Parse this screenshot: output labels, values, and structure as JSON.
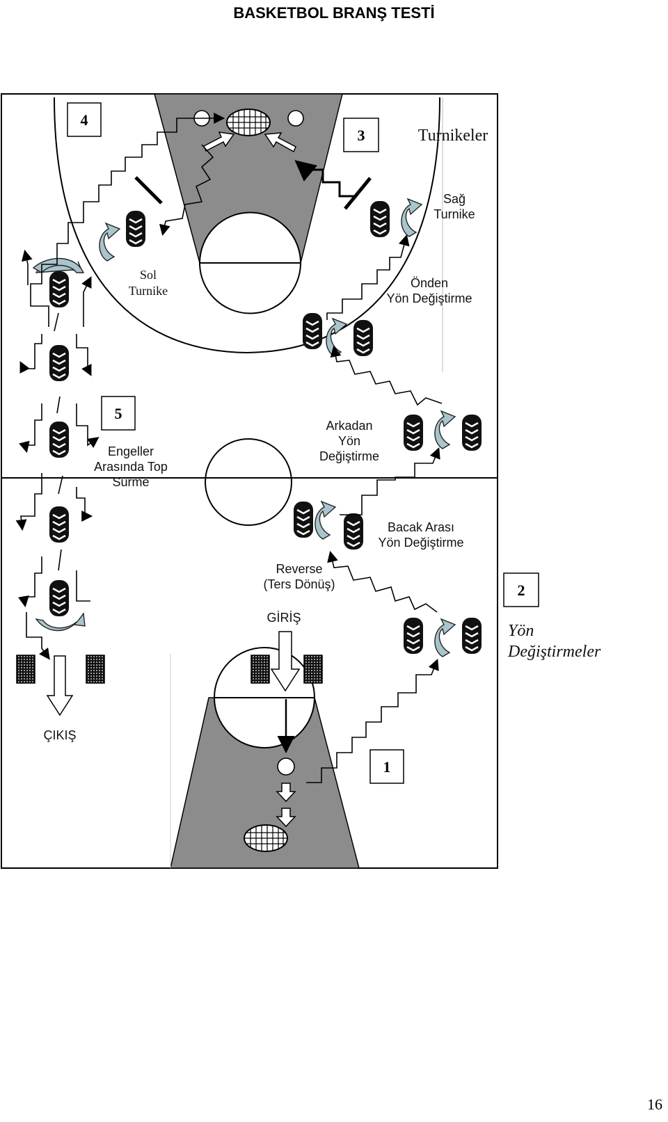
{
  "page": {
    "title": "BASKETBOL BRANŞ TESTİ",
    "page_number": "16"
  },
  "stations": {
    "s1": "1",
    "s2": "2",
    "s3": "3",
    "s4": "4",
    "s5": "5"
  },
  "labels": {
    "turnikeler": "Turnikeler",
    "sag_turnike_1": "Sağ",
    "sag_turnike_2": "Turnike",
    "sol_turnike_1": "Sol",
    "sol_turnike_2": "Turnike",
    "onden_1": "Önden",
    "onden_2": "Yön Değiştirme",
    "engeller_1": "Engeller",
    "engeller_2": "Arasında Top",
    "engeller_3": "Sürme",
    "arkadan_1": "Arkadan",
    "arkadan_2": "Yön",
    "arkadan_3": "Değiştirme",
    "bacak_1": "Bacak Arası",
    "bacak_2": "Yön Değiştirme",
    "reverse_1": "Reverse",
    "reverse_2": "(Ters Dönüş)",
    "giris": "GİRİŞ",
    "cikis": "ÇIKIŞ",
    "yon_1": "Yön",
    "yon_2": "Değiştirmeler"
  },
  "colors": {
    "key_fill": "#8c8c8c",
    "curl_arrow": "#a9c4cc",
    "line": "#000000"
  }
}
